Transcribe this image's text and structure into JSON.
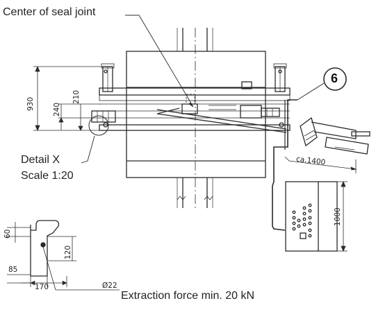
{
  "labels": {
    "center_seal_joint": "Center of seal joint",
    "detail_x": "Detail X",
    "scale": "Scale 1:20",
    "extraction_force": "Extraction force min. 20 kN",
    "callout_number": "6"
  },
  "dimensions": {
    "height_930": "930",
    "height_240": "240",
    "height_210": "210",
    "distance_ca1400": "ca.1400",
    "height_1000": "1000",
    "detail_60": "60",
    "detail_85": "85",
    "detail_120": "120",
    "detail_170": "170",
    "diameter_22": "Ø22"
  },
  "colors": {
    "line": "#2a2a2a",
    "light_line": "#6a6a6a",
    "background": "#ffffff"
  }
}
